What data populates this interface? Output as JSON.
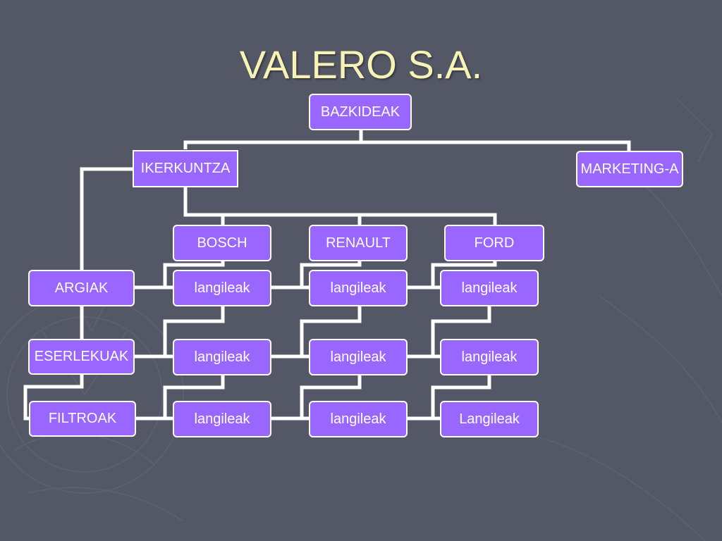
{
  "title": "VALERO S.A.",
  "colors": {
    "background": "#545766",
    "node_fill": "#9966ff",
    "node_border": "#ffffff",
    "title": "#f7f3b5",
    "connector": "#ffffff"
  },
  "nodes": {
    "bazkideak": "BAZKIDEAK",
    "ikerkuntza": "IKERKUNTZA",
    "marketing": "MARKETING-A",
    "bosch": "BOSCH",
    "renault": "RENAULT",
    "ford": "FORD",
    "argiak": "ARGIAK",
    "eserlekuak": "ESERLEKUAK",
    "filtroak": "FILTROAK",
    "bosch_row1": "langileak",
    "renault_row1": "langileak",
    "ford_row1": "langileak",
    "bosch_row2": "langileak",
    "renault_row2": "langileak",
    "ford_row2": "langileak",
    "bosch_row3": "langileak",
    "renault_row3": "langileak",
    "ford_row3": "Langileak"
  }
}
